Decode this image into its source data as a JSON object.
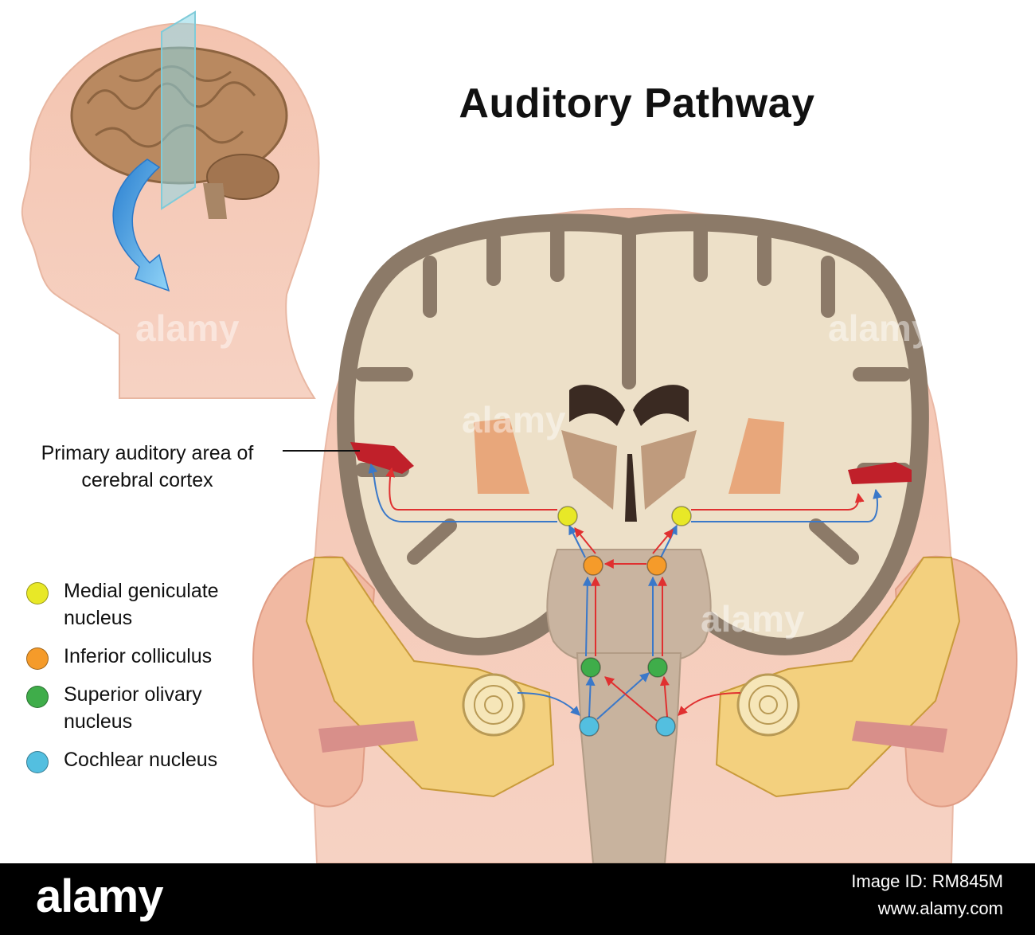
{
  "title": "Auditory Pathway",
  "callout": {
    "line1": "Primary auditory area of",
    "line2": "cerebral cortex"
  },
  "legend": [
    {
      "label_line1": "Medial geniculate",
      "label_line2": "nucleus",
      "color": "#e8e827"
    },
    {
      "label_line1": "Inferior colliculus",
      "label_line2": "",
      "color": "#f59b2a"
    },
    {
      "label_line1": "Superior olivary",
      "label_line2": "nucleus",
      "color": "#3fad4a"
    },
    {
      "label_line1": "Cochlear nucleus",
      "label_line2": "",
      "color": "#53bfe0"
    }
  ],
  "pathway_colors": {
    "left_ear": "#3a78c9",
    "right_ear": "#e03030"
  },
  "watermark": "alamy",
  "footer": {
    "logo": "alamy",
    "image_id": "Image ID: RM845M",
    "site": "www.alamy.com"
  }
}
